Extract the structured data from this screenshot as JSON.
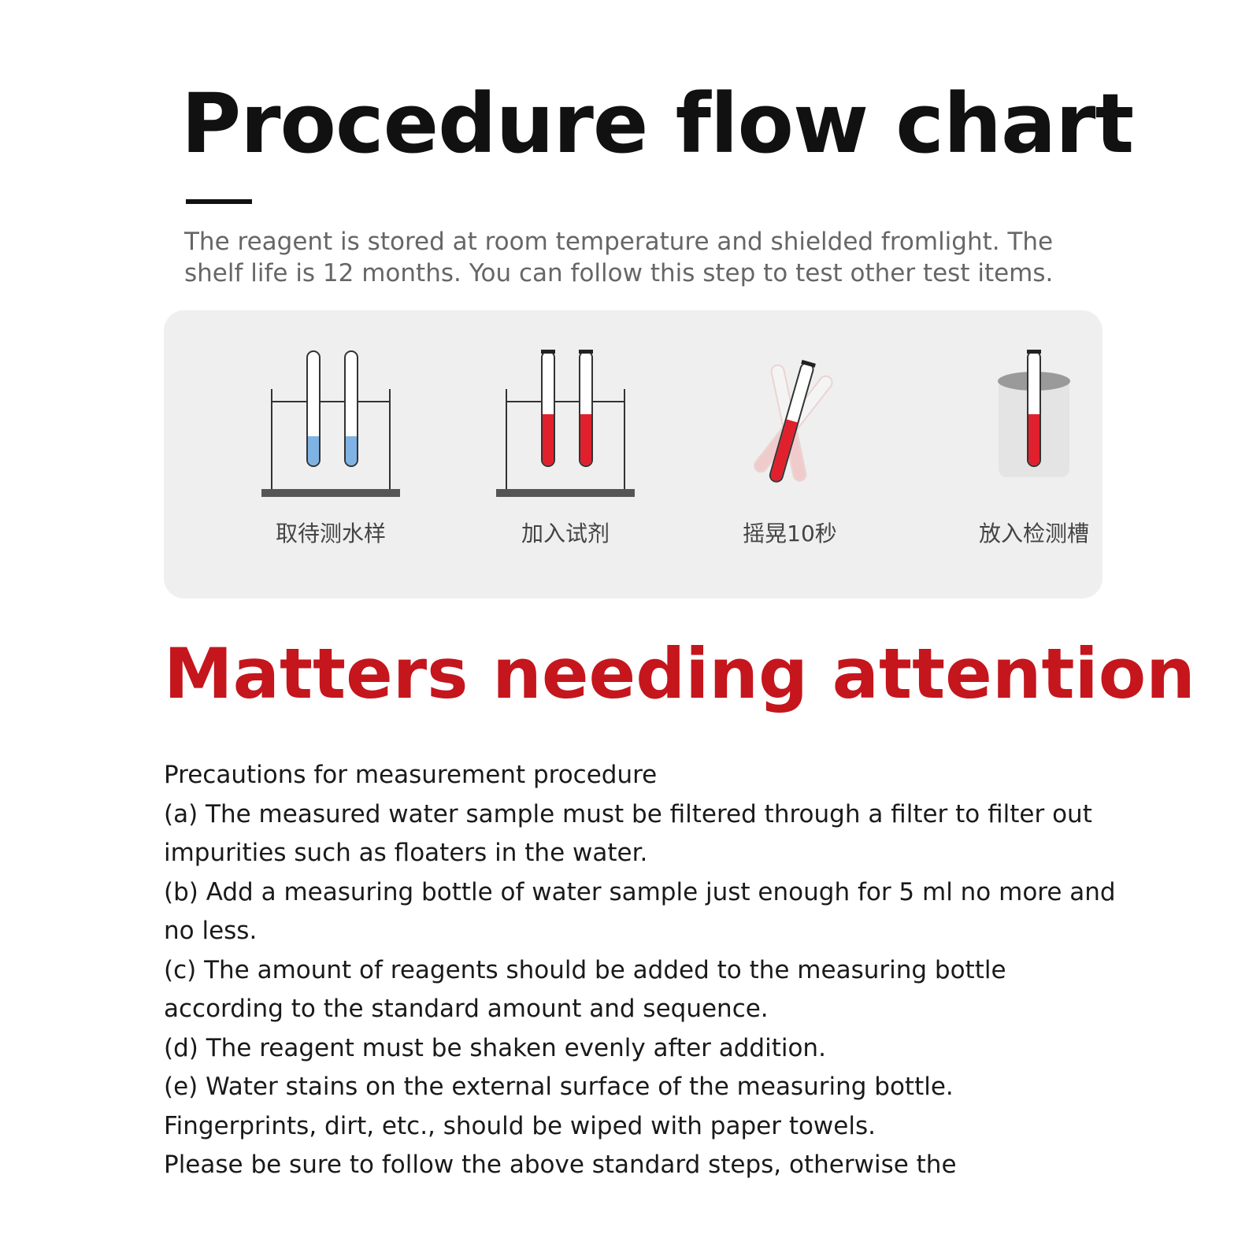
{
  "header": {
    "title": "Procedure flow chart",
    "intro": "The reagent is stored at room temperature and shielded fromlight. The shelf life is 12 months. You can follow this step to test other test items."
  },
  "steps": [
    {
      "label": "取待测水样",
      "icon": "test-tubes-rack-blue-icon"
    },
    {
      "label": "加入试剂",
      "icon": "test-tubes-rack-red-icon"
    },
    {
      "label": "摇晃10秒",
      "icon": "shaking-tube-icon"
    },
    {
      "label": "放入检测槽",
      "icon": "tube-in-slot-icon"
    }
  ],
  "attention": {
    "title": "Matters needing attention",
    "lines": [
      "Precautions for measurement procedure",
      "(a) The measured water sample must be filtered through a filter to filter out impurities such as floaters in the water.",
      "(b) Add a measuring bottle of water sample just enough for 5 ml no more and no less.",
      "(c) The amount of reagents should be added to the measuring bottle according to the standard amount and sequence.",
      "(d) The reagent must be shaken evenly after addition.",
      "(e) Water stains on the external surface of the measuring bottle.",
      "Fingerprints, dirt, etc., should be wiped with paper towels.",
      "Please be sure to follow the above standard steps, otherwise the"
    ]
  },
  "colors": {
    "accent_red": "#c4161c",
    "liquid_blue": "#7fb3e3",
    "liquid_red": "#e0202c",
    "panel_bg": "#efefef"
  }
}
